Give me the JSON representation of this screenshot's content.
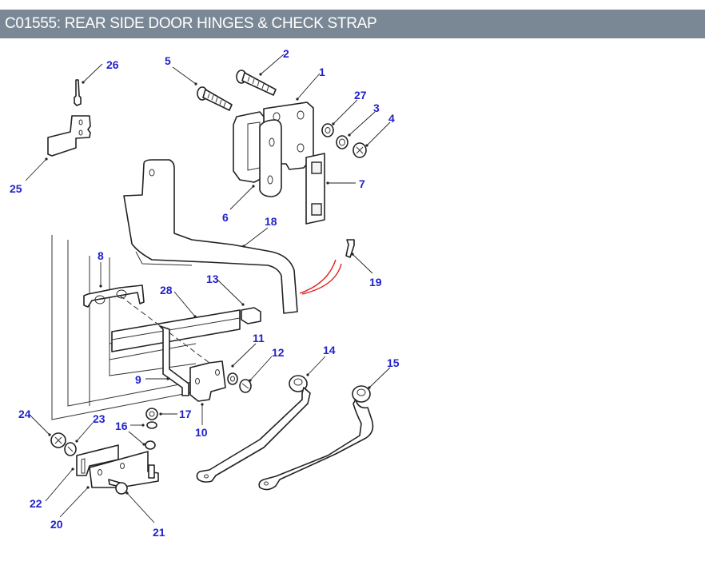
{
  "header": {
    "title": "C01555: REAR SIDE DOOR HINGES & CHECK STRAP",
    "background_color": "#7a8896",
    "text_color": "#ffffff"
  },
  "diagram": {
    "callout_color": "#2222cc",
    "callouts": [
      {
        "id": "c1",
        "label": "1",
        "part": "hinge-body"
      },
      {
        "id": "c2",
        "label": "2",
        "part": "screw"
      },
      {
        "id": "c3",
        "label": "3",
        "part": "lock-washer"
      },
      {
        "id": "c4",
        "label": "4",
        "part": "nut"
      },
      {
        "id": "c5",
        "label": "5",
        "part": "screw"
      },
      {
        "id": "c6",
        "label": "6",
        "part": "hinge-plate"
      },
      {
        "id": "c7",
        "label": "7",
        "part": "tapping-plate"
      },
      {
        "id": "c8",
        "label": "8",
        "part": "clip"
      },
      {
        "id": "c9",
        "label": "9",
        "part": "check-strap-arm"
      },
      {
        "id": "c10",
        "label": "10",
        "part": "bracket"
      },
      {
        "id": "c11",
        "label": "11",
        "part": "washer"
      },
      {
        "id": "c12",
        "label": "12",
        "part": "nut"
      },
      {
        "id": "c13",
        "label": "13",
        "part": "buffer"
      },
      {
        "id": "c14",
        "label": "14",
        "part": "check-strap"
      },
      {
        "id": "c15",
        "label": "15",
        "part": "check-strap"
      },
      {
        "id": "c16",
        "label": "16",
        "part": "washer"
      },
      {
        "id": "c17",
        "label": "17",
        "part": "nut"
      },
      {
        "id": "c18",
        "label": "18",
        "part": "hinge-arm"
      },
      {
        "id": "c19",
        "label": "19",
        "part": "bolt"
      },
      {
        "id": "c20",
        "label": "20",
        "part": "hinge-bracket"
      },
      {
        "id": "c21",
        "label": "21",
        "part": "bolt"
      },
      {
        "id": "c22",
        "label": "22",
        "part": "shim"
      },
      {
        "id": "c23",
        "label": "23",
        "part": "washer"
      },
      {
        "id": "c24",
        "label": "24",
        "part": "nut"
      },
      {
        "id": "c25",
        "label": "25",
        "part": "bracket"
      },
      {
        "id": "c26",
        "label": "26",
        "part": "rivet"
      },
      {
        "id": "c27",
        "label": "27",
        "part": "washer"
      },
      {
        "id": "c28",
        "label": "28",
        "part": "check-strap-guide"
      }
    ]
  }
}
